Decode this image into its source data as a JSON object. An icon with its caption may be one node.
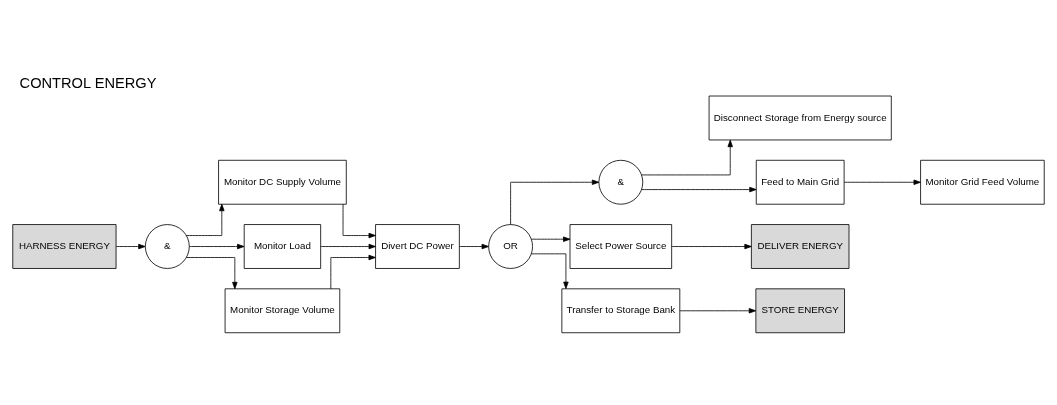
{
  "diagram": {
    "title": "CONTROL ENERGY",
    "nodes": [
      {
        "text": [
          "HARNESS ENERGY"
        ]
      },
      {
        "text": [
          "&"
        ]
      },
      {
        "text": [
          "Monitor DC Supply Volume"
        ]
      },
      {
        "text": [
          "Monitor Load"
        ]
      },
      {
        "text": [
          "Monitor Storage Volume"
        ]
      },
      {
        "text": [
          "Divert DC Power"
        ]
      },
      {
        "text": [
          "OR"
        ]
      },
      {
        "text": [
          "&"
        ]
      },
      {
        "text": [
          "Disconnect Storage from Energy source"
        ]
      },
      {
        "text": [
          "Feed to Main Grid"
        ]
      },
      {
        "text": [
          "Monitor Grid Feed Volume"
        ]
      },
      {
        "text": [
          "Select Power Source"
        ]
      },
      {
        "text": [
          "DELIVER ENERGY"
        ]
      },
      {
        "text": [
          "Transfer to Storage Bank"
        ]
      },
      {
        "text": [
          "STORE ENERGY"
        ]
      }
    ],
    "edges": [
      {
        "from": 0,
        "to": 1,
        "arrow": "to"
      },
      {
        "from": 1,
        "to": 2,
        "arrow": "to"
      },
      {
        "from": 1,
        "to": 3,
        "arrow": "to"
      },
      {
        "from": 1,
        "to": 4,
        "arrow": "to"
      },
      {
        "from": 2,
        "to": 5,
        "arrow": "to"
      },
      {
        "from": 3,
        "to": 5,
        "arrow": "to"
      },
      {
        "from": 4,
        "to": 5,
        "arrow": "to"
      },
      {
        "from": 5,
        "to": 6,
        "arrow": "to"
      },
      {
        "from": 6,
        "to": 7,
        "arrow": "to"
      },
      {
        "from": 7,
        "to": 8,
        "arrow": "to"
      },
      {
        "from": 7,
        "to": 9,
        "arrow": "to"
      },
      {
        "from": 9,
        "to": 10,
        "arrow": "to"
      },
      {
        "from": 6,
        "to": 11,
        "arrow": "to"
      },
      {
        "from": 11,
        "to": 12,
        "arrow": "to"
      },
      {
        "from": 6,
        "to": 13,
        "arrow": "to"
      },
      {
        "from": 13,
        "to": 14,
        "arrow": "to"
      }
    ]
  }
}
